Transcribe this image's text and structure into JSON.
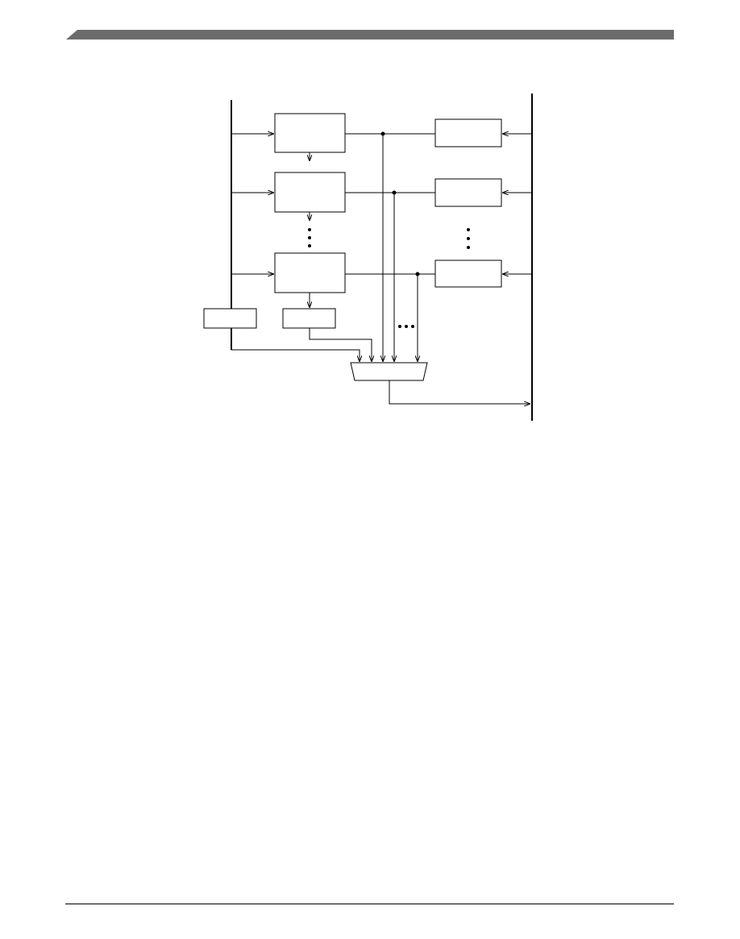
{
  "header": {
    "bar_color": "#6b6b6b"
  },
  "diagram": {
    "line_color": "#000000",
    "box_fill": "#ffffff",
    "continuation_marks": [
      "vertical-ellipsis",
      "vertical-ellipsis",
      "horizontal-ellipsis"
    ]
  },
  "footer": {
    "rule_color": "#000000"
  }
}
